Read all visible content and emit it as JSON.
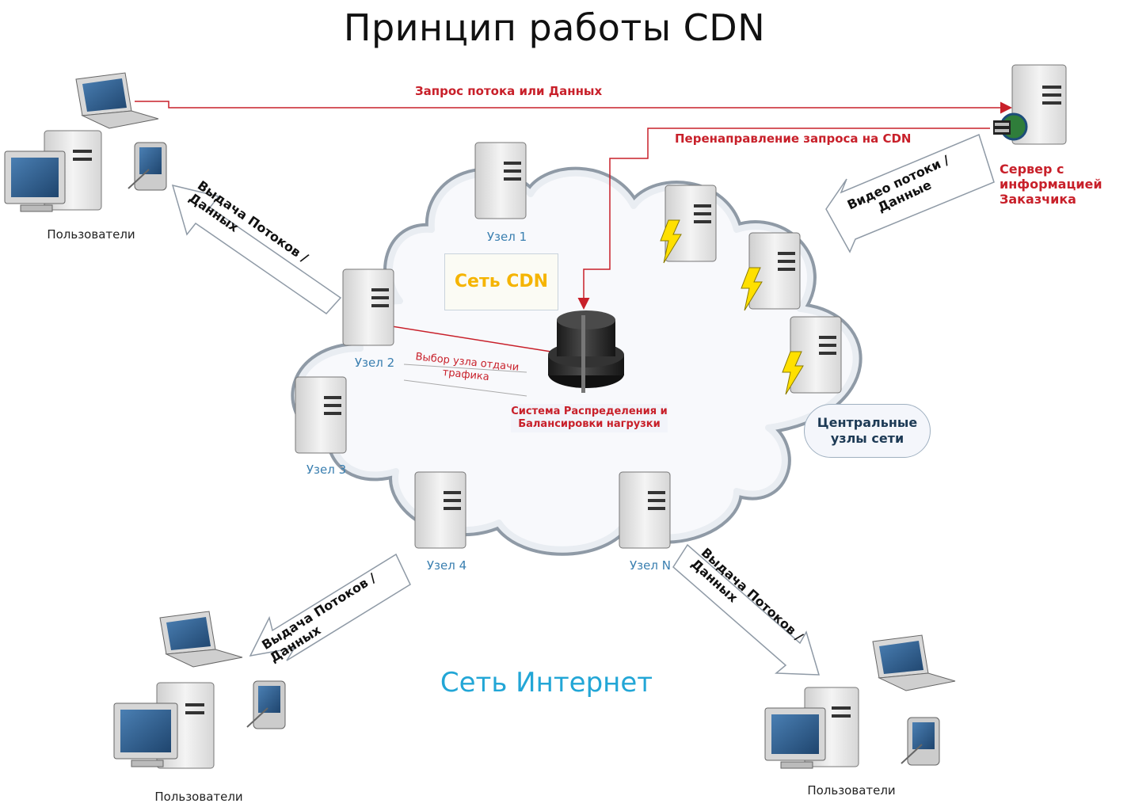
{
  "title": "Принцип работы CDN",
  "labels": {
    "users_top": "Пользователи",
    "users_bottom_left": "Пользователи",
    "users_bottom_right": "Пользователи",
    "node1": "Узел 1",
    "node2": "Узел 2",
    "node3": "Узел 3",
    "node4": "Узел 4",
    "nodeN": "Узел N",
    "cdn_network": "Сеть CDN",
    "central_nodes": "Центральные узлы сети",
    "load_balancer": "Система Распределения и Балансировки нагрузки",
    "node_choice": "Выбор узла отдачи трафика",
    "internet": "Сеть Интернет",
    "request": "Запрос потока или Данных",
    "redirect": "Перенаправление запроса на CDN",
    "server": "Сервер с информацией Заказчика"
  },
  "arrows": {
    "top_left": "Выдача Потоков / Данных",
    "bottom_left": "Выдача Потоков / Данных",
    "bottom_right": "Выдача Потоков / Данных",
    "top_right": "Видео потоки / Данные"
  },
  "colors": {
    "red": "#c8202a",
    "node_label": "#3a7fb0",
    "cdn_yellow": "#f5b400",
    "internet_blue": "#22a6d6",
    "screen_blue": "#2f5f8f",
    "lightning": "#ffe000"
  }
}
